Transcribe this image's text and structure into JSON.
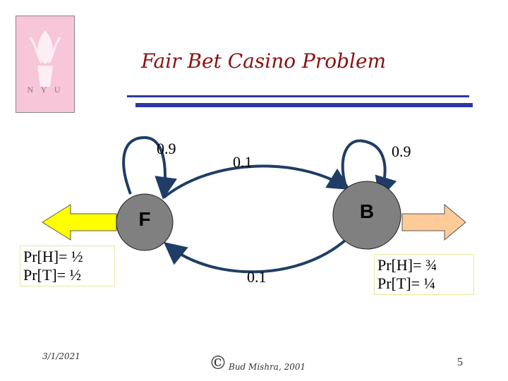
{
  "slide": {
    "title": "Fair Bet Casino Problem",
    "logo_text": "N Y U",
    "footer": {
      "date": "3/1/2021",
      "copyright_symbol": "©",
      "author": "Bud Mishra, 2001",
      "page_number": "5"
    }
  },
  "diagram": {
    "states": [
      {
        "id": "F",
        "label": "F"
      },
      {
        "id": "B",
        "label": "B"
      }
    ],
    "transitions": {
      "f_self": "0.9",
      "b_self": "0.9",
      "f_to_b": "0.1",
      "b_to_f": "0.1"
    },
    "emissions": {
      "fair": [
        "Pr[H]= ½",
        "Pr[T]= ½"
      ],
      "biased": [
        "Pr[H]= ¾",
        "Pr[T]= ¼"
      ]
    },
    "colors": {
      "circle_fill": "#808080",
      "edge": "#1f3d66",
      "left_arrow_fill": "#ffff00",
      "right_arrow_fill": "#ffcc99",
      "title": "#8a1010",
      "rule": "#2b39a6"
    }
  }
}
